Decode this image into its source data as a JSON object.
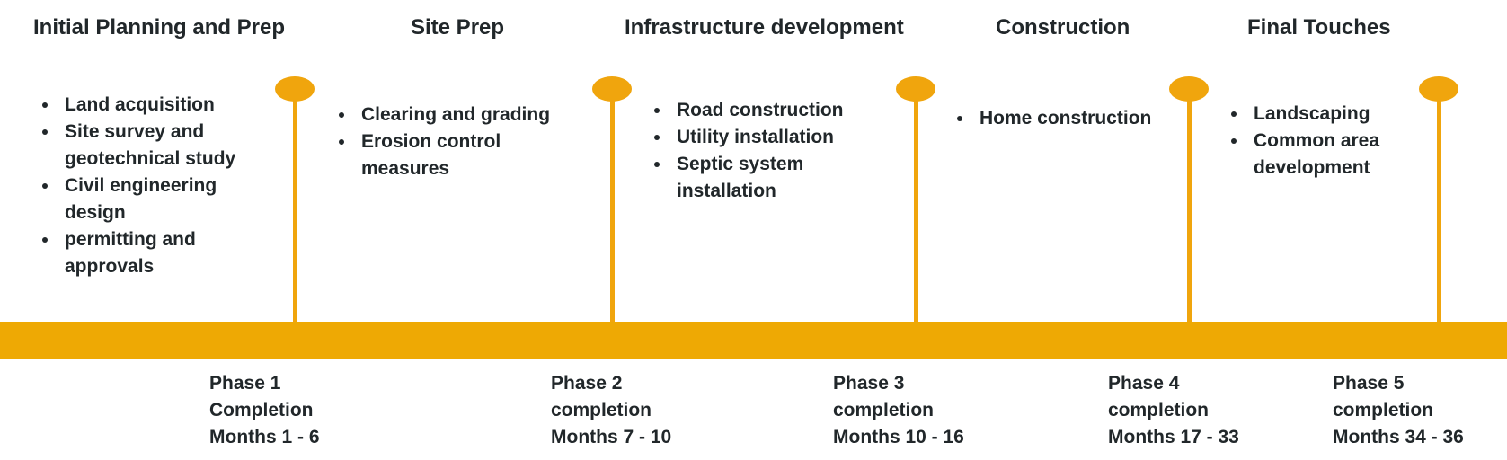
{
  "colors": {
    "bar": "#EEA904",
    "pin": "#F0A50D",
    "text": "#21272A",
    "background": "#FFFFFF"
  },
  "phases": [
    {
      "title": "Initial Planning and Prep",
      "bullets": [
        "Land acquisition",
        "Site survey and geotechnical study",
        "Civil engineering design",
        "permitting and approvals"
      ],
      "label_lines": [
        "Phase 1",
        "Completion",
        "Months 1 - 6"
      ]
    },
    {
      "title": "Site Prep",
      "bullets": [
        "Clearing and grading",
        "Erosion control measures"
      ],
      "label_lines": [
        "Phase 2",
        "completion",
        "Months 7 - 10"
      ]
    },
    {
      "title": "Infrastructure development",
      "bullets": [
        "Road construction",
        "Utility installation",
        "Septic system installation"
      ],
      "label_lines": [
        "Phase 3",
        "completion",
        "Months 10 - 16"
      ]
    },
    {
      "title": "Construction",
      "bullets": [
        "Home construction"
      ],
      "label_lines": [
        "Phase 4",
        "completion",
        "Months 17 - 33"
      ]
    },
    {
      "title": "Final Touches",
      "bullets": [
        "Landscaping",
        "Common area development"
      ],
      "label_lines": [
        "Phase 5",
        "completion",
        "Months 34 - 36"
      ]
    }
  ]
}
